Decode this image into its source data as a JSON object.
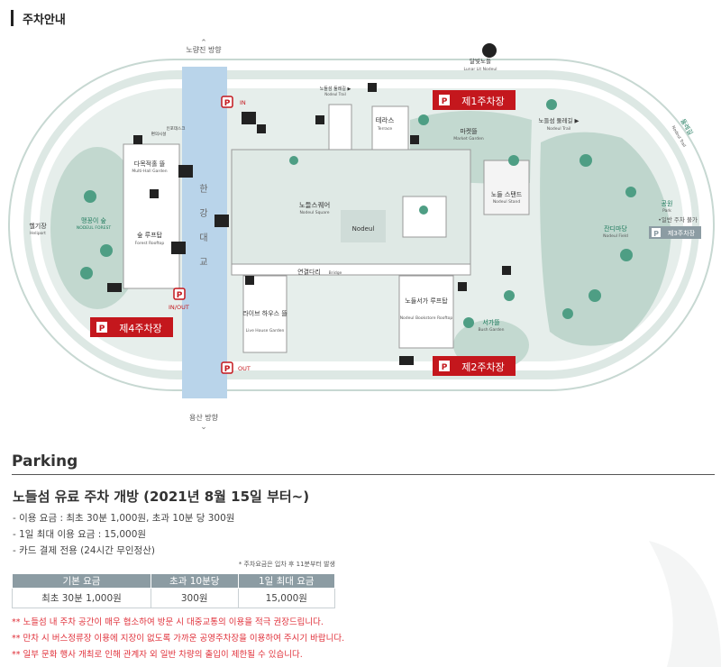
{
  "section_title": "주차안내",
  "map": {
    "direction_north": "노량진 방향",
    "direction_south": "용산 방향",
    "river_label": [
      "한",
      "강",
      "대",
      "교"
    ],
    "moon_label": "달빛노들",
    "moon_sub": "Lunar Lit Nodeul",
    "parking_lots": [
      {
        "label": "제1주차장"
      },
      {
        "label": "제2주차장"
      },
      {
        "label": "제4주차장"
      }
    ],
    "lot3_label": "제3주차장",
    "entrance_in": "IN",
    "entrance_out": "OUT",
    "entrance_inout": "IN/OUT",
    "areas": {
      "terrace": "테라스",
      "terrace_en": "Terrace",
      "market_garden": "마켓뜰",
      "market_garden_en": "Market Garden",
      "nodeul_trail": "노들섬 둘레길 ▶",
      "nodeul_trail_en": "Nodeul Trail",
      "nodeul_trail_top": "노들섬 둘레길 ▶",
      "nodeul_trail_top_en": "Nodeul Trail",
      "multi_hall": "다목적홀 뜰",
      "multi_hall_en": "Multi-Hall Garden",
      "forest_rooftop": "숲 루프탑",
      "forest_rooftop_en": "Forest Rooftop",
      "heliport": "헬기장",
      "heliport_en": "Heliport",
      "nodeul_forest": "맹꽁이 숲",
      "nodeul_forest_en": "NODEUL FOREST",
      "nodeul_square": "노들스퀘어",
      "nodeul_square_en": "Nodeul Square",
      "nodeul_stand": "노들 스탠드",
      "nodeul_stand_en": "Nodeul Stand",
      "park": "공원",
      "park_en": "Park",
      "general_parking": "•일반 주차 불가",
      "grass_field": "잔디마당",
      "grass_field_en": "Nodeul Field",
      "bridge": "연결다리",
      "bridge_en": "Bridge",
      "live_house": "라이브\n하우스 뜰",
      "live_house_en": "Live House\nGarden",
      "bookstore": "노들서가\n루프탑",
      "bookstore_en": "Nodeul Bookstore\nRooftop",
      "bush_garden": "서가뜰",
      "bush_garden_en": "Bush Garden",
      "walkway": "둘레길",
      "walkway_en": "Nodeul Trail",
      "info_desk": "인포데스크",
      "convenience": "편의시설",
      "nodeul_logo": "Nodeul"
    }
  },
  "parking": {
    "heading": "Parking",
    "subtitle": "노들섬 유료 주차 개방 (2021년 8월 15일 부터~)",
    "fees": [
      "- 이용 요금 : 최초 30분 1,000원, 초과 10분 당 300원",
      "- 1일 최대 이용 요금 : 15,000원",
      "- 카드 결제 전용 (24시간 무인정산)"
    ],
    "table_note": "* 주차요금은 입차 후 11분부터 발생",
    "table": {
      "headers": [
        "기본 요금",
        "초과 10분당",
        "1일 최대 요금"
      ],
      "row": [
        "최초 30분 1,000원",
        "300원",
        "15,000원"
      ]
    },
    "notices": [
      "** 노들섬 내 주차 공간이 매우 협소하여 방문 시 대중교통의 이용을 적극 권장드립니다.",
      "** 만차 시 버스정류장 이용에 지장이 없도록 가까운 공영주차장을 이용하여 주시기 바랍니다.",
      "** 일부 문화 행사 개최로 인해 관계자 외 일반 차량의 출입이 제한될 수 있습니다."
    ]
  },
  "colors": {
    "island": "#e5ece9",
    "ring": "#cfe0da",
    "green": "#bcd6cc",
    "river": "#b9d4ea",
    "accent": "#c4171d",
    "table_header": "#8c9ca3",
    "notice": "#e0303a"
  }
}
